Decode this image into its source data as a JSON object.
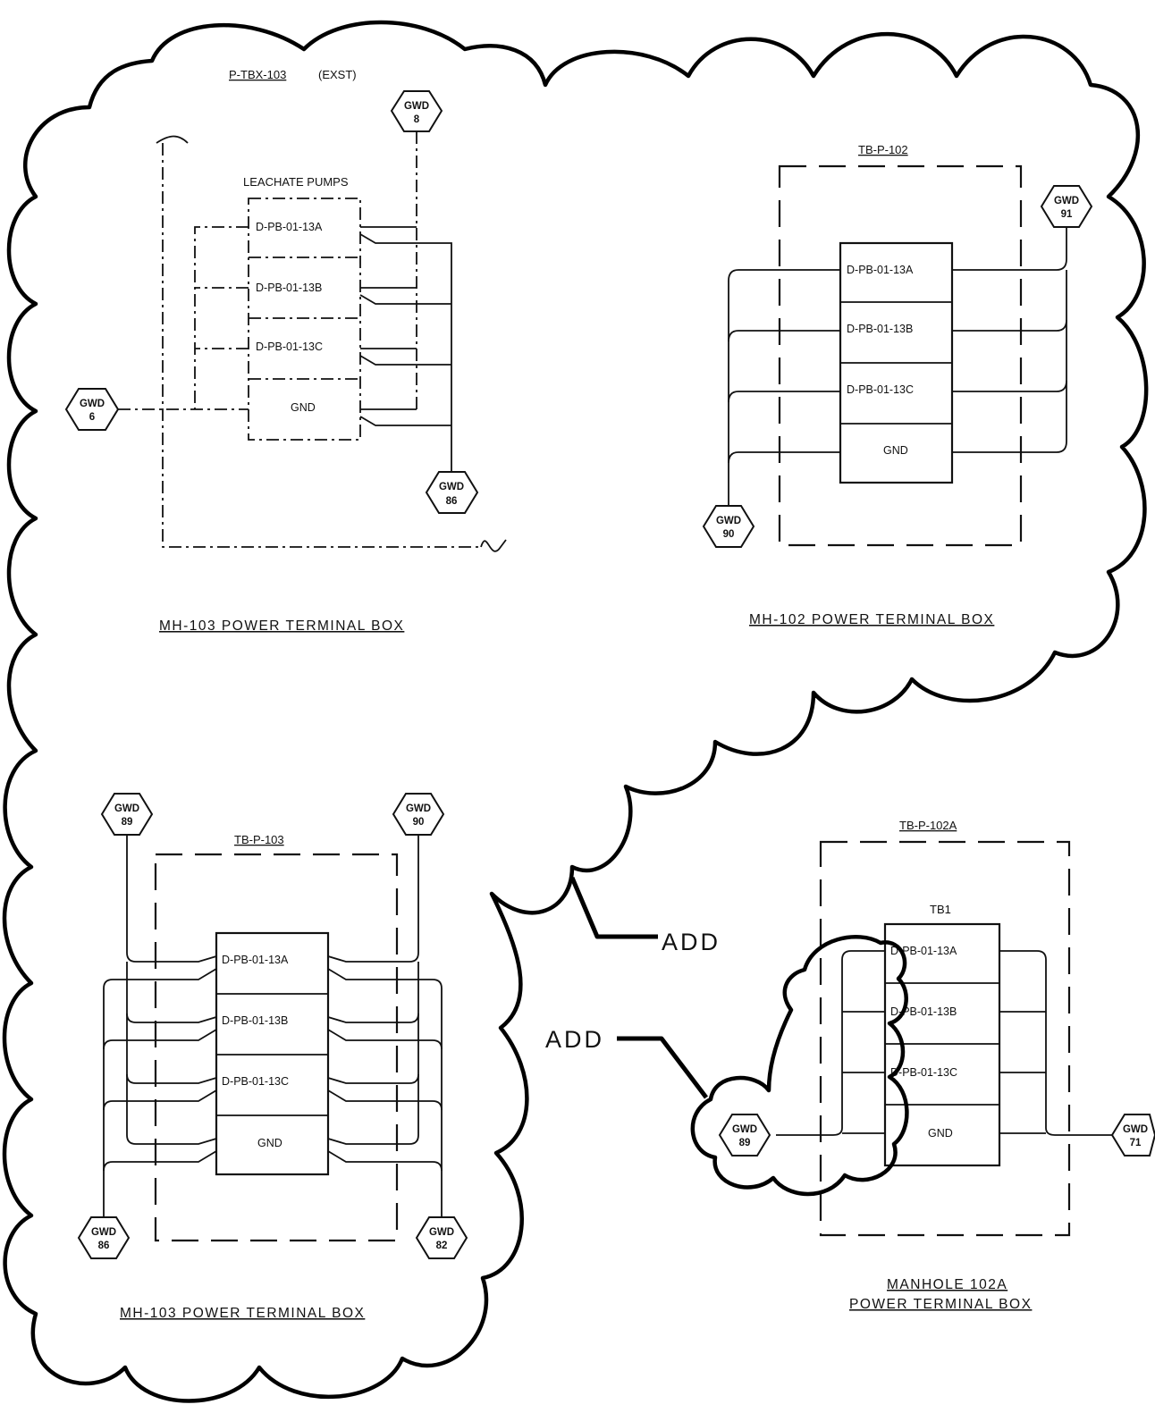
{
  "top_left": {
    "box_id": "P-TBX-103",
    "box_suffix": "(EXST)",
    "group_label": "LEACHATE PUMPS",
    "terminals": [
      "D-PB-01-13A",
      "D-PB-01-13B",
      "D-PB-01-13C",
      "GND"
    ],
    "tags": [
      {
        "line1": "GWD",
        "line2": "8"
      },
      {
        "line1": "GWD",
        "line2": "6"
      },
      {
        "line1": "GWD",
        "line2": "86"
      }
    ],
    "caption": "MH-103 POWER TERMINAL BOX"
  },
  "top_right": {
    "box_id": "TB-P-102",
    "terminals": [
      "D-PB-01-13A",
      "D-PB-01-13B",
      "D-PB-01-13C",
      "GND"
    ],
    "tags": [
      {
        "line1": "GWD",
        "line2": "91"
      },
      {
        "line1": "GWD",
        "line2": "90"
      }
    ],
    "caption": "MH-102 POWER TERMINAL BOX"
  },
  "bottom_left": {
    "box_id": "TB-P-103",
    "terminals": [
      "D-PB-01-13A",
      "D-PB-01-13B",
      "D-PB-01-13C",
      "GND"
    ],
    "tags": [
      {
        "line1": "GWD",
        "line2": "89"
      },
      {
        "line1": "GWD",
        "line2": "90"
      },
      {
        "line1": "GWD",
        "line2": "86"
      },
      {
        "line1": "GWD",
        "line2": "82"
      }
    ],
    "caption": "MH-103 POWER TERMINAL BOX"
  },
  "bottom_right": {
    "box_id": "TB-P-102A",
    "strip_label": "TB1",
    "terminals": [
      "D-PB-01-13A",
      "D-PB-01-13B",
      "D-PB-01-13C",
      "GND"
    ],
    "tags": [
      {
        "line1": "GWD",
        "line2": "89"
      },
      {
        "line1": "GWD",
        "line2": "71"
      }
    ],
    "caption_line1": "MANHOLE 102A",
    "caption_line2": "POWER TERMINAL BOX"
  },
  "callouts": [
    "ADD",
    "ADD"
  ]
}
